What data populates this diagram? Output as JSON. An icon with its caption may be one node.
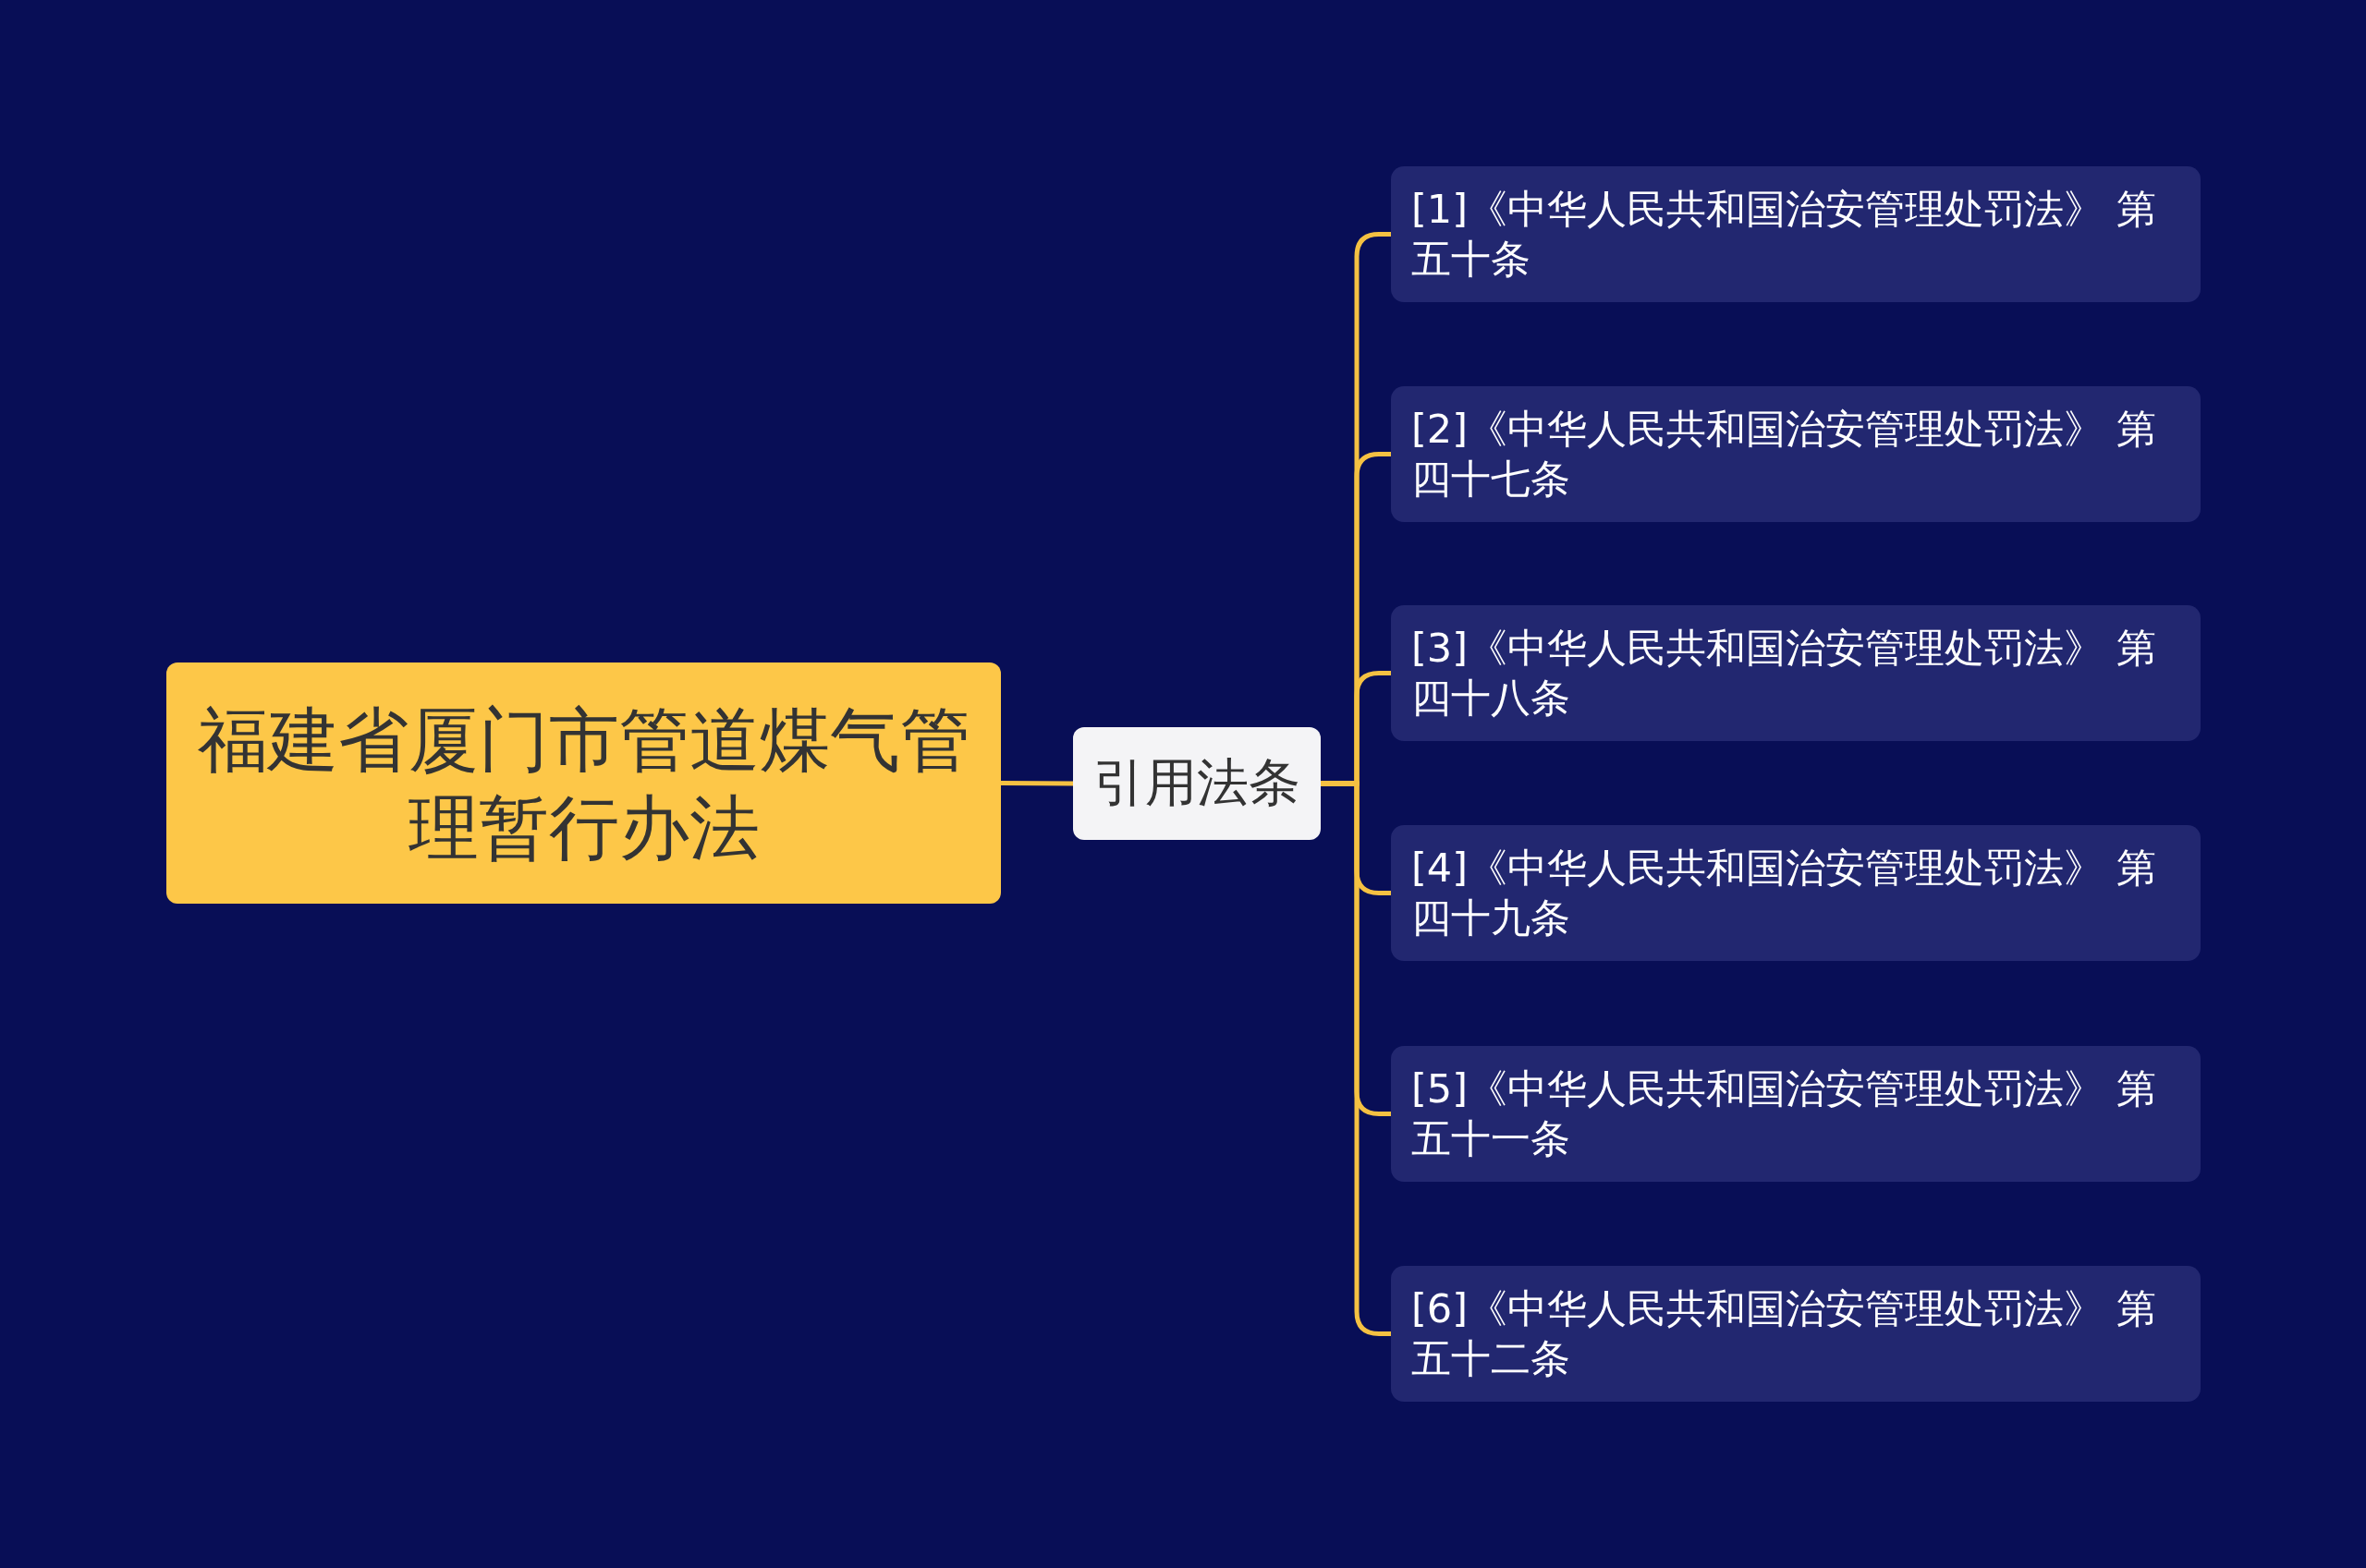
{
  "diagram": {
    "nodes": [
      {
        "text": [
          "福建省厦门市管道煤气管理暂行办法"
        ]
      },
      {
        "text": [
          "引用法条"
        ]
      },
      {
        "text": [
          "[1]《中华人民共和国治安管理处罚法》 第五十条"
        ]
      },
      {
        "text": [
          "[2]《中华人民共和国治安管理处罚法》 第四十七条"
        ]
      },
      {
        "text": [
          "[3]《中华人民共和国治安管理处罚法》 第四十八条"
        ]
      },
      {
        "text": [
          "[4]《中华人民共和国治安管理处罚法》 第四十九条"
        ]
      },
      {
        "text": [
          "[5]《中华人民共和国治安管理处罚法》 第五十一条"
        ]
      },
      {
        "text": [
          "[6]《中华人民共和国治安管理处罚法》 第五十二条"
        ]
      }
    ],
    "edges": [
      {
        "from": 0,
        "to": 1,
        "arrow": "none"
      },
      {
        "from": 1,
        "to": 2,
        "arrow": "none"
      },
      {
        "from": 1,
        "to": 3,
        "arrow": "none"
      },
      {
        "from": 1,
        "to": 4,
        "arrow": "none"
      },
      {
        "from": 1,
        "to": 5,
        "arrow": "none"
      },
      {
        "from": 1,
        "to": 6,
        "arrow": "none"
      },
      {
        "from": 1,
        "to": 7,
        "arrow": "none"
      }
    ]
  }
}
